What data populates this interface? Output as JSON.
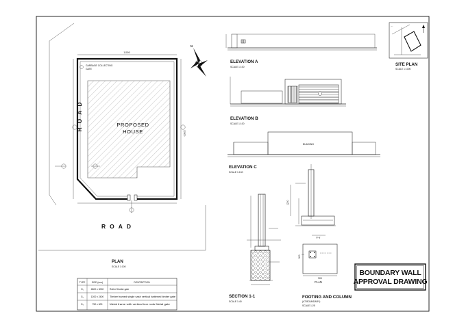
{
  "plan": {
    "road_left": "ROAD",
    "road_bottom": "ROAD",
    "house_line1": "PROPOSED",
    "house_line2": "HOUSE",
    "garbage_line1": "GARBAGE COLLECTING",
    "garbage_line2": "GATE",
    "title": "PLAN",
    "scale": "SCALE 1:100",
    "north": "N",
    "gate_labels": [
      "G",
      "G",
      "G",
      "G",
      "G"
    ],
    "dim_top": "11000",
    "dim_right": "12500"
  },
  "gate_table": {
    "headers": [
      "TYPE",
      "SIZE (mm)",
      "DESCRIPTION"
    ],
    "rows": [
      [
        "G₁",
        "4800 x 3000",
        "Roller Shutter gate"
      ],
      [
        "G₂",
        "1200 x 2400",
        "Timber framed single sash vertical battened timber gate"
      ],
      [
        "G₃",
        "750 x 600",
        "Metal frame with vertical iron rods Metal gate"
      ]
    ]
  },
  "elevations": {
    "a_title": "ELEVATION A",
    "a_scale": "SCALE 1:100",
    "b_title": "ELEVATION B",
    "b_scale": "SCALE 1:100",
    "c_title": "ELEVATION C",
    "c_scale": "SCALE 1:100",
    "building_label": "BUILDING"
  },
  "site_plan": {
    "title": "SITE PLAN",
    "scale": "SCALE 1:1000"
  },
  "section": {
    "title": "SECTION 1-1",
    "scale": "SCALE 1:40"
  },
  "footing": {
    "title": "FOOTING AND COLUMN",
    "subtitle": "(AT BOUNDARY)",
    "scale": "SCALE 1:25",
    "plan_label": "PLAN",
    "yy_label": "Y-Y",
    "dim_900": "900",
    "dim_900b": "900"
  },
  "stamp": {
    "line1": "BOUNDARY WALL",
    "line2": "APPROVAL DRAWING"
  }
}
